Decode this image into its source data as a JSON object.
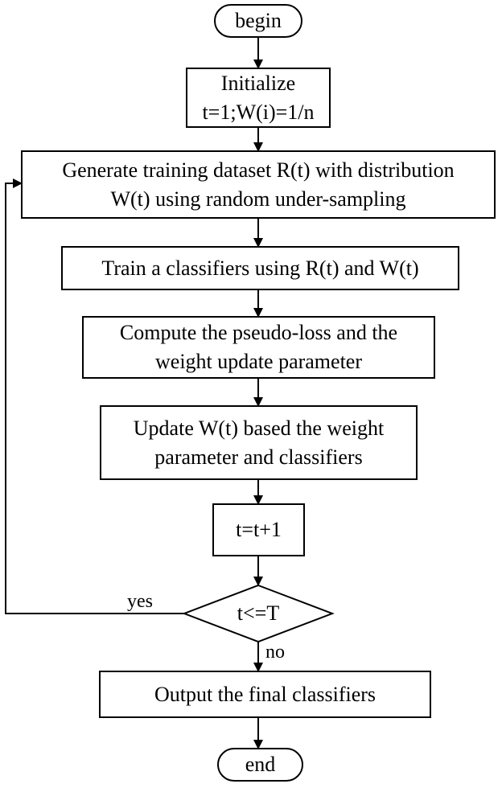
{
  "nodes": {
    "begin": "begin",
    "initialize": [
      "Initialize",
      "t=1;W(i)=1/n"
    ],
    "generate": [
      "Generate training dataset R(t) with distribution",
      "W(t) using random under-sampling"
    ],
    "train": "Train a classifiers using R(t) and W(t)",
    "compute": [
      "Compute the pseudo-loss and the",
      "weight update parameter"
    ],
    "update": [
      "Update W(t) based the weight",
      "parameter and classifiers"
    ],
    "increment": "t=t+1",
    "decision": "t<=T",
    "output": "Output the final classifiers",
    "end": "end"
  },
  "edge_labels": {
    "yes": "yes",
    "no": "no"
  },
  "colors": {
    "stroke": "#000000",
    "fill": "#ffffff"
  }
}
